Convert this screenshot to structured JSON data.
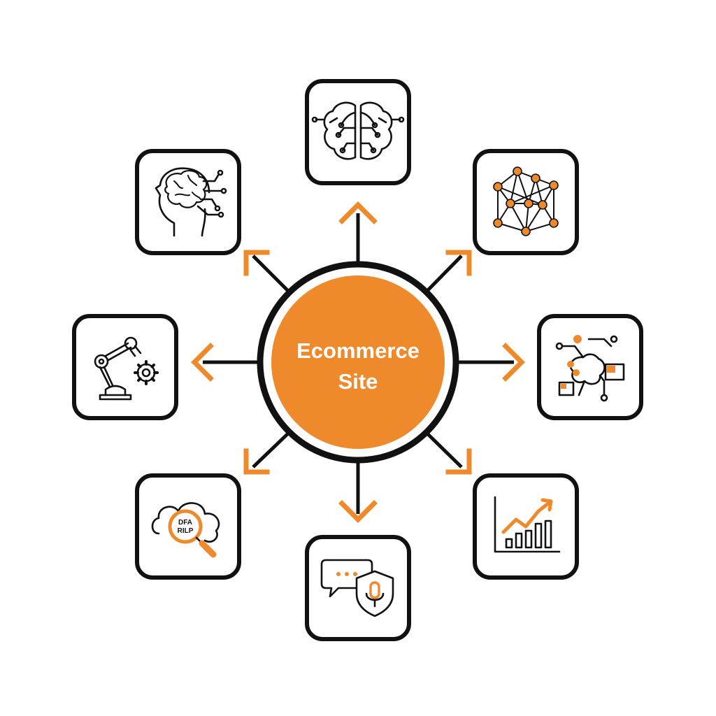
{
  "colors": {
    "accent": "#ef8a2c",
    "outline": "#111111",
    "background": "#ffffff"
  },
  "hub": {
    "line1": "Ecommerce",
    "line2": "Site"
  },
  "nodes": [
    {
      "icon": "brain-circuit-icon"
    },
    {
      "icon": "neural-network-icon"
    },
    {
      "icon": "workflow-nodes-icon"
    },
    {
      "icon": "growth-chart-icon"
    },
    {
      "icon": "chat-voice-security-icon"
    },
    {
      "icon": "data-search-cloud-icon"
    },
    {
      "icon": "robot-arm-gear-icon"
    },
    {
      "icon": "head-ai-brain-icon"
    }
  ],
  "data_search_icon_text": {
    "line1": "DFA",
    "line2": "RILP"
  }
}
